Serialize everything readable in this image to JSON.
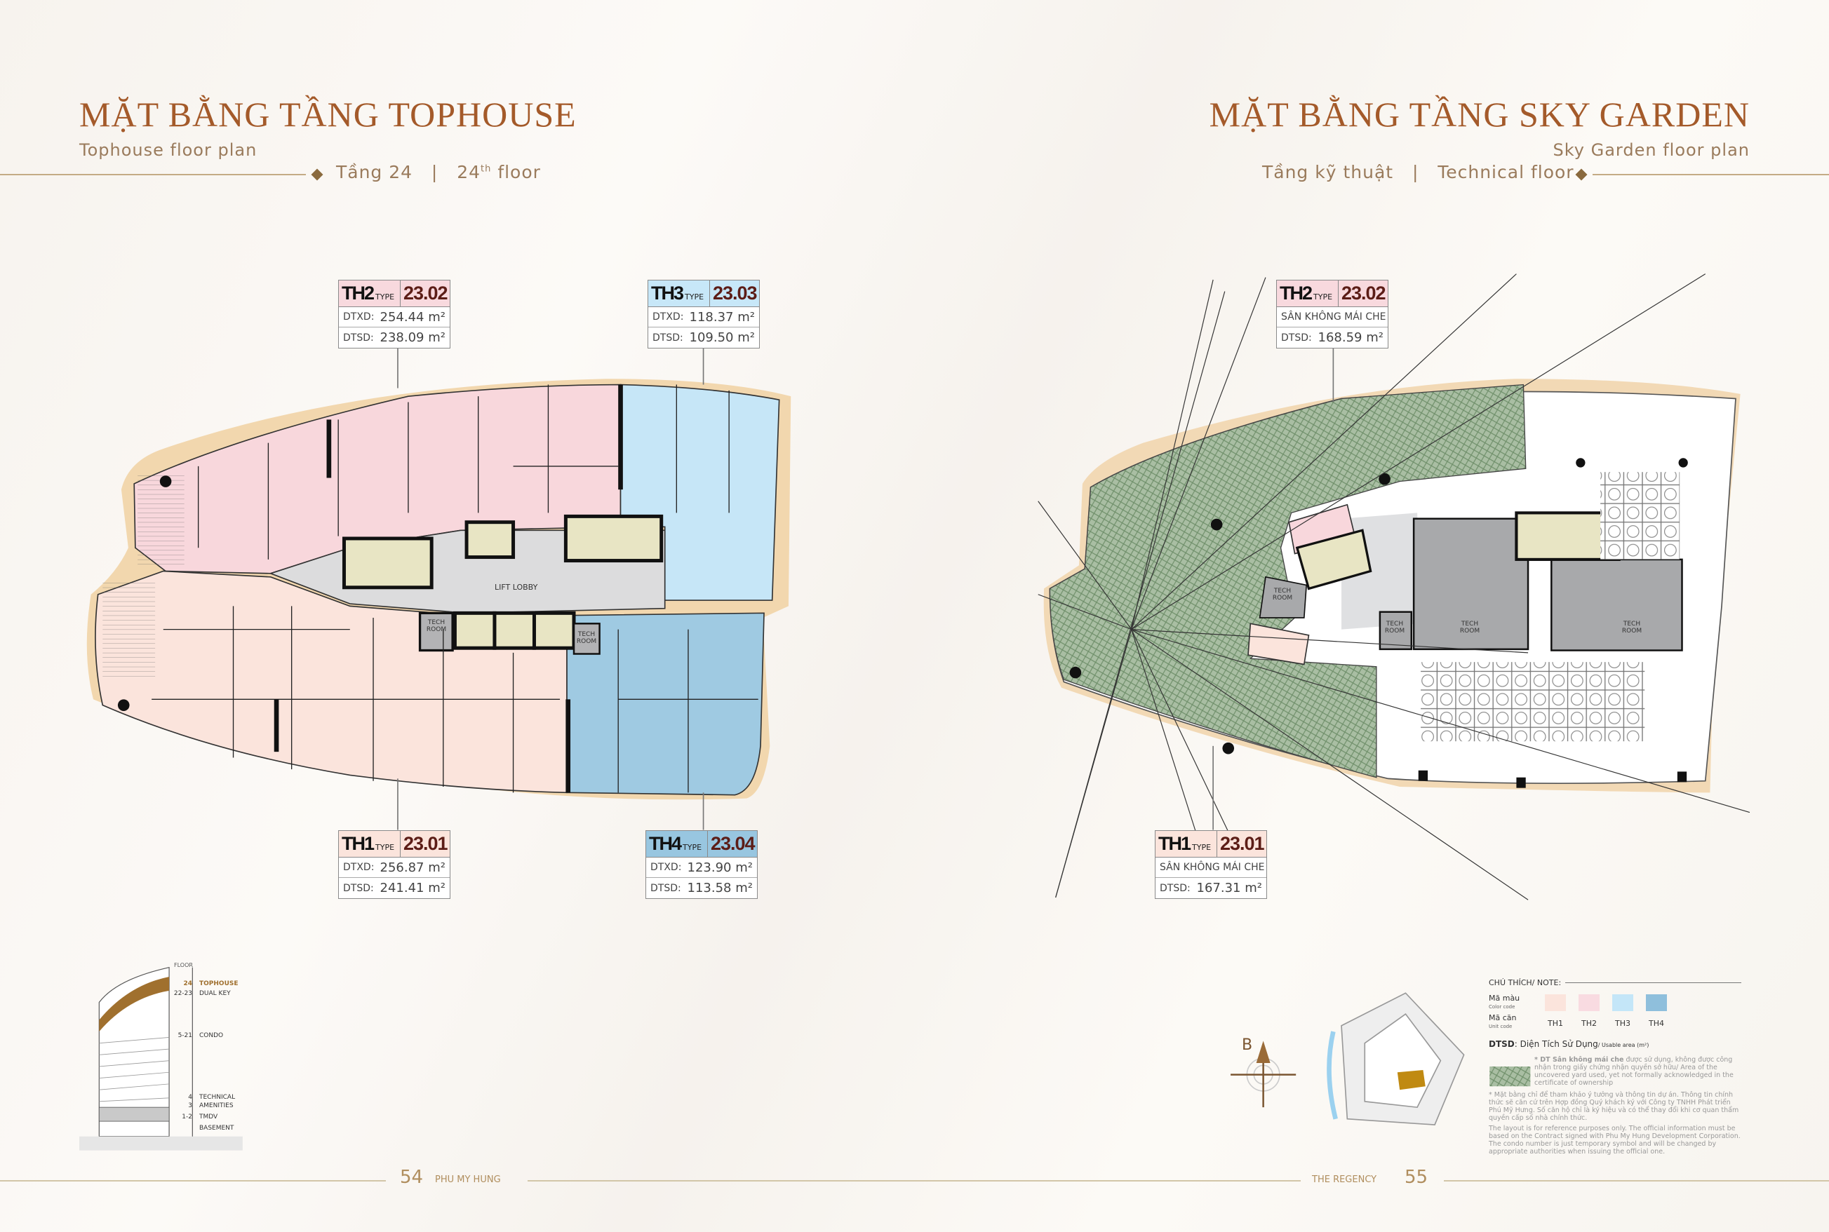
{
  "left_page": {
    "title": "MẶT BẰNG TẦNG TOPHOUSE",
    "subtitle": "Tophouse floor plan",
    "floor_vi": "Tầng 24",
    "separator": "|",
    "floor_en_num": "24",
    "floor_en_sup": "th",
    "floor_en_word": "floor",
    "plan_text": {
      "lift_lobby": "LIFT LOBBY",
      "tech_room_1": "TECH ROOM",
      "tech_room_2": "TECH ROOM"
    },
    "units": [
      {
        "code": "TH2",
        "type": "TYPE",
        "number": "23.02",
        "color": "#f8d9de",
        "dtxd_label": "DTXD:",
        "dtxd": "254.44 m²",
        "dtsd_label": "DTSD:",
        "dtsd": "238.09 m²"
      },
      {
        "code": "TH3",
        "type": "TYPE",
        "number": "23.03",
        "color": "#c7e7f8",
        "dtxd_label": "DTXD:",
        "dtxd": "118.37 m²",
        "dtsd_label": "DTSD:",
        "dtsd": "109.50 m²"
      },
      {
        "code": "TH1",
        "type": "TYPE",
        "number": "23.01",
        "color": "#fbe4dc",
        "dtxd_label": "DTXD:",
        "dtxd": "256.87 m²",
        "dtsd_label": "DTSD:",
        "dtsd": "241.41 m²"
      },
      {
        "code": "TH4",
        "type": "TYPE",
        "number": "23.04",
        "color": "#98c6e0",
        "dtxd_label": "DTXD:",
        "dtxd": "123.90 m²",
        "dtsd_label": "DTSD:",
        "dtsd": "113.58 m²"
      }
    ],
    "building": {
      "floor_header": "FLOOR",
      "levels": [
        {
          "floors": "24",
          "name": "TOPHOUSE"
        },
        {
          "floors": "22-23",
          "name": "DUAL KEY"
        },
        {
          "floors": "5-21",
          "name": "CONDO"
        },
        {
          "floors": "4",
          "name": "TECHNICAL"
        },
        {
          "floors": "3",
          "name": "AMENITIES"
        },
        {
          "floors": "1-2",
          "name": "TMDV"
        },
        {
          "floors": "",
          "name": "BASEMENT"
        }
      ],
      "highlight_color": "#a0702e"
    },
    "page_number": "54",
    "footer_text": "PHU MY HUNG"
  },
  "right_page": {
    "title": "MẶT BẰNG TẦNG SKY GARDEN",
    "subtitle": "Sky Garden floor plan",
    "floor_vi": "Tầng kỹ thuật",
    "separator": "|",
    "floor_en": "Technical floor",
    "plan_text": {
      "tech_room_1": "TECH ROOM",
      "tech_room_2": "TECH ROOM",
      "tech_room_3": "TECH ROOM",
      "tech_room_4": "TECH ROOM"
    },
    "units": [
      {
        "code": "TH2",
        "type": "TYPE",
        "number": "23.02",
        "color": "#f8d9de",
        "area_label": "SÂN KHÔNG MÁI CHE",
        "dtsd_label": "DTSD:",
        "dtsd": "168.59 m²"
      },
      {
        "code": "TH1",
        "type": "TYPE",
        "number": "23.01",
        "color": "#fbe4dc",
        "area_label": "SÂN KHÔNG MÁI CHE",
        "dtsd_label": "DTSD:",
        "dtsd": "167.31 m²"
      }
    ],
    "compass": {
      "label": "B",
      "icon": "north-arrow-icon"
    },
    "legend": {
      "heading": "CHÚ THÍCH/ NOTE:",
      "color_code_vi": "Mã màu",
      "color_code_en": "Color code",
      "unit_code_vi": "Mã căn",
      "unit_code_en": "Unit code",
      "swatches": [
        {
          "code": "TH1",
          "color": "#fbe4dc"
        },
        {
          "code": "TH2",
          "color": "#f9dbe1"
        },
        {
          "code": "TH3",
          "color": "#c4e6f8"
        },
        {
          "code": "TH4",
          "color": "#8fbfdc"
        }
      ],
      "dtsd_abbr": "DTSD",
      "dtsd_vi": ": Diện Tích Sử Dụng",
      "dtsd_en": "/ Usable area (m²)",
      "yard_bold": "* DT Sân không mái che",
      "yard_text": " được sử dụng, không được công nhận trong giấy chứng nhận quyền sở hữu/ Area of the uncovered yard used, yet not formally acknowledged in the certificate of ownership",
      "note_vi": "* Mặt bằng chỉ để tham khảo ý tưởng và thông tin dự án. Thông tin chính thức sẽ căn cứ trên Hợp đồng Quý khách ký với Công ty TNHH Phát triển Phú Mỹ Hưng. Số căn hộ chỉ là ký hiệu và có thể thay đổi khi cơ quan thẩm quyền cấp số nhà chính thức.",
      "note_en": "The layout is for reference purposes only. The official information must be based on the Contract signed with Phu My Hung Development Corporation. The condo number is just temporary symbol and will be changed by appropriate authorities when issuing the official one."
    },
    "page_number": "55",
    "footer_text": "THE REGENCY"
  }
}
